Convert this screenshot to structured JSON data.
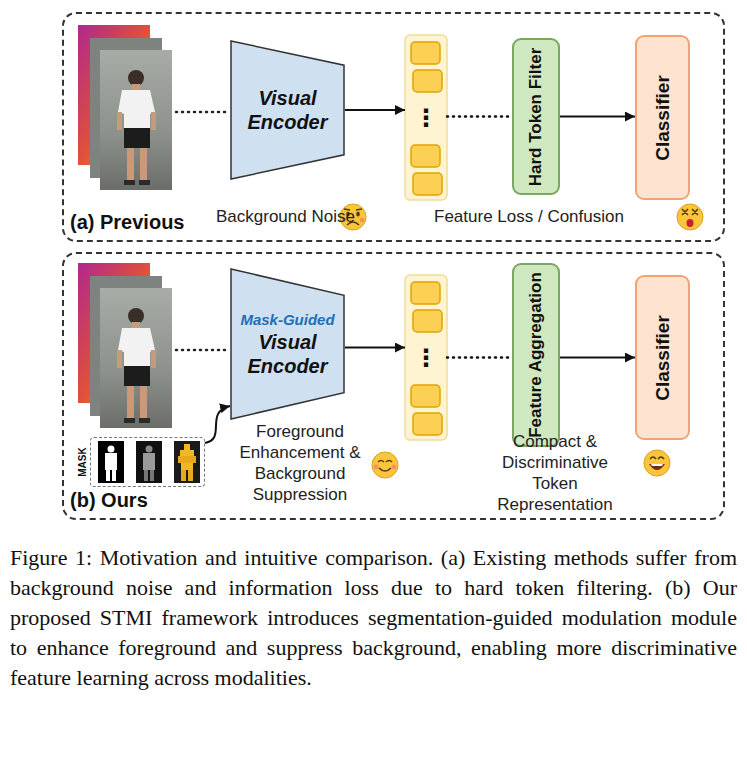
{
  "diagram": {
    "caption": "Figure 1: Motivation and intuitive comparison. (a) Existing methods suffer from background noise and information loss due to hard token filtering. (b) Our proposed STMI framework introduces segmentation-guided modulation module to enhance foreground and suppress background, enabling more discriminative feature learning across modalities.",
    "nodes": [
      {
        "text": [
          "(a) Previous"
        ]
      },
      {
        "text": [
          "Visual Encoder"
        ],
        "in": 0
      },
      {
        "text": [
          "⋮"
        ],
        "in": 0
      },
      {
        "text": [
          "Hard Token Filter"
        ],
        "in": 0
      },
      {
        "text": [
          "Classifier"
        ],
        "in": 0
      },
      {
        "text": [
          "(b) Ours"
        ]
      },
      {
        "text": [
          "Mask-Guided",
          "Visual Encoder"
        ],
        "in": 5
      },
      {
        "text": [
          "⋮"
        ],
        "in": 5
      },
      {
        "text": [
          "Feature Aggregation"
        ],
        "in": 5
      },
      {
        "text": [
          "Classifier"
        ],
        "in": 5
      },
      {
        "text": [
          "MASK"
        ],
        "in": 5
      }
    ],
    "edges": [
      {
        "from": 1,
        "to": 2,
        "arrow": "to"
      },
      {
        "from": 2,
        "to": 3,
        "arrow": "none"
      },
      {
        "from": 3,
        "to": 4,
        "arrow": "to"
      },
      {
        "from": 10,
        "to": 6,
        "arrow": "to"
      },
      {
        "from": 6,
        "to": 7,
        "arrow": "to"
      },
      {
        "from": 7,
        "to": 8,
        "arrow": "none"
      },
      {
        "from": 8,
        "to": 9,
        "arrow": "to"
      }
    ],
    "labels": [
      "Background Noise",
      "Feature Loss / Confusion",
      "Foreground Enhancement & Background Suppression",
      "Compact & Discriminative Token Representation"
    ]
  }
}
